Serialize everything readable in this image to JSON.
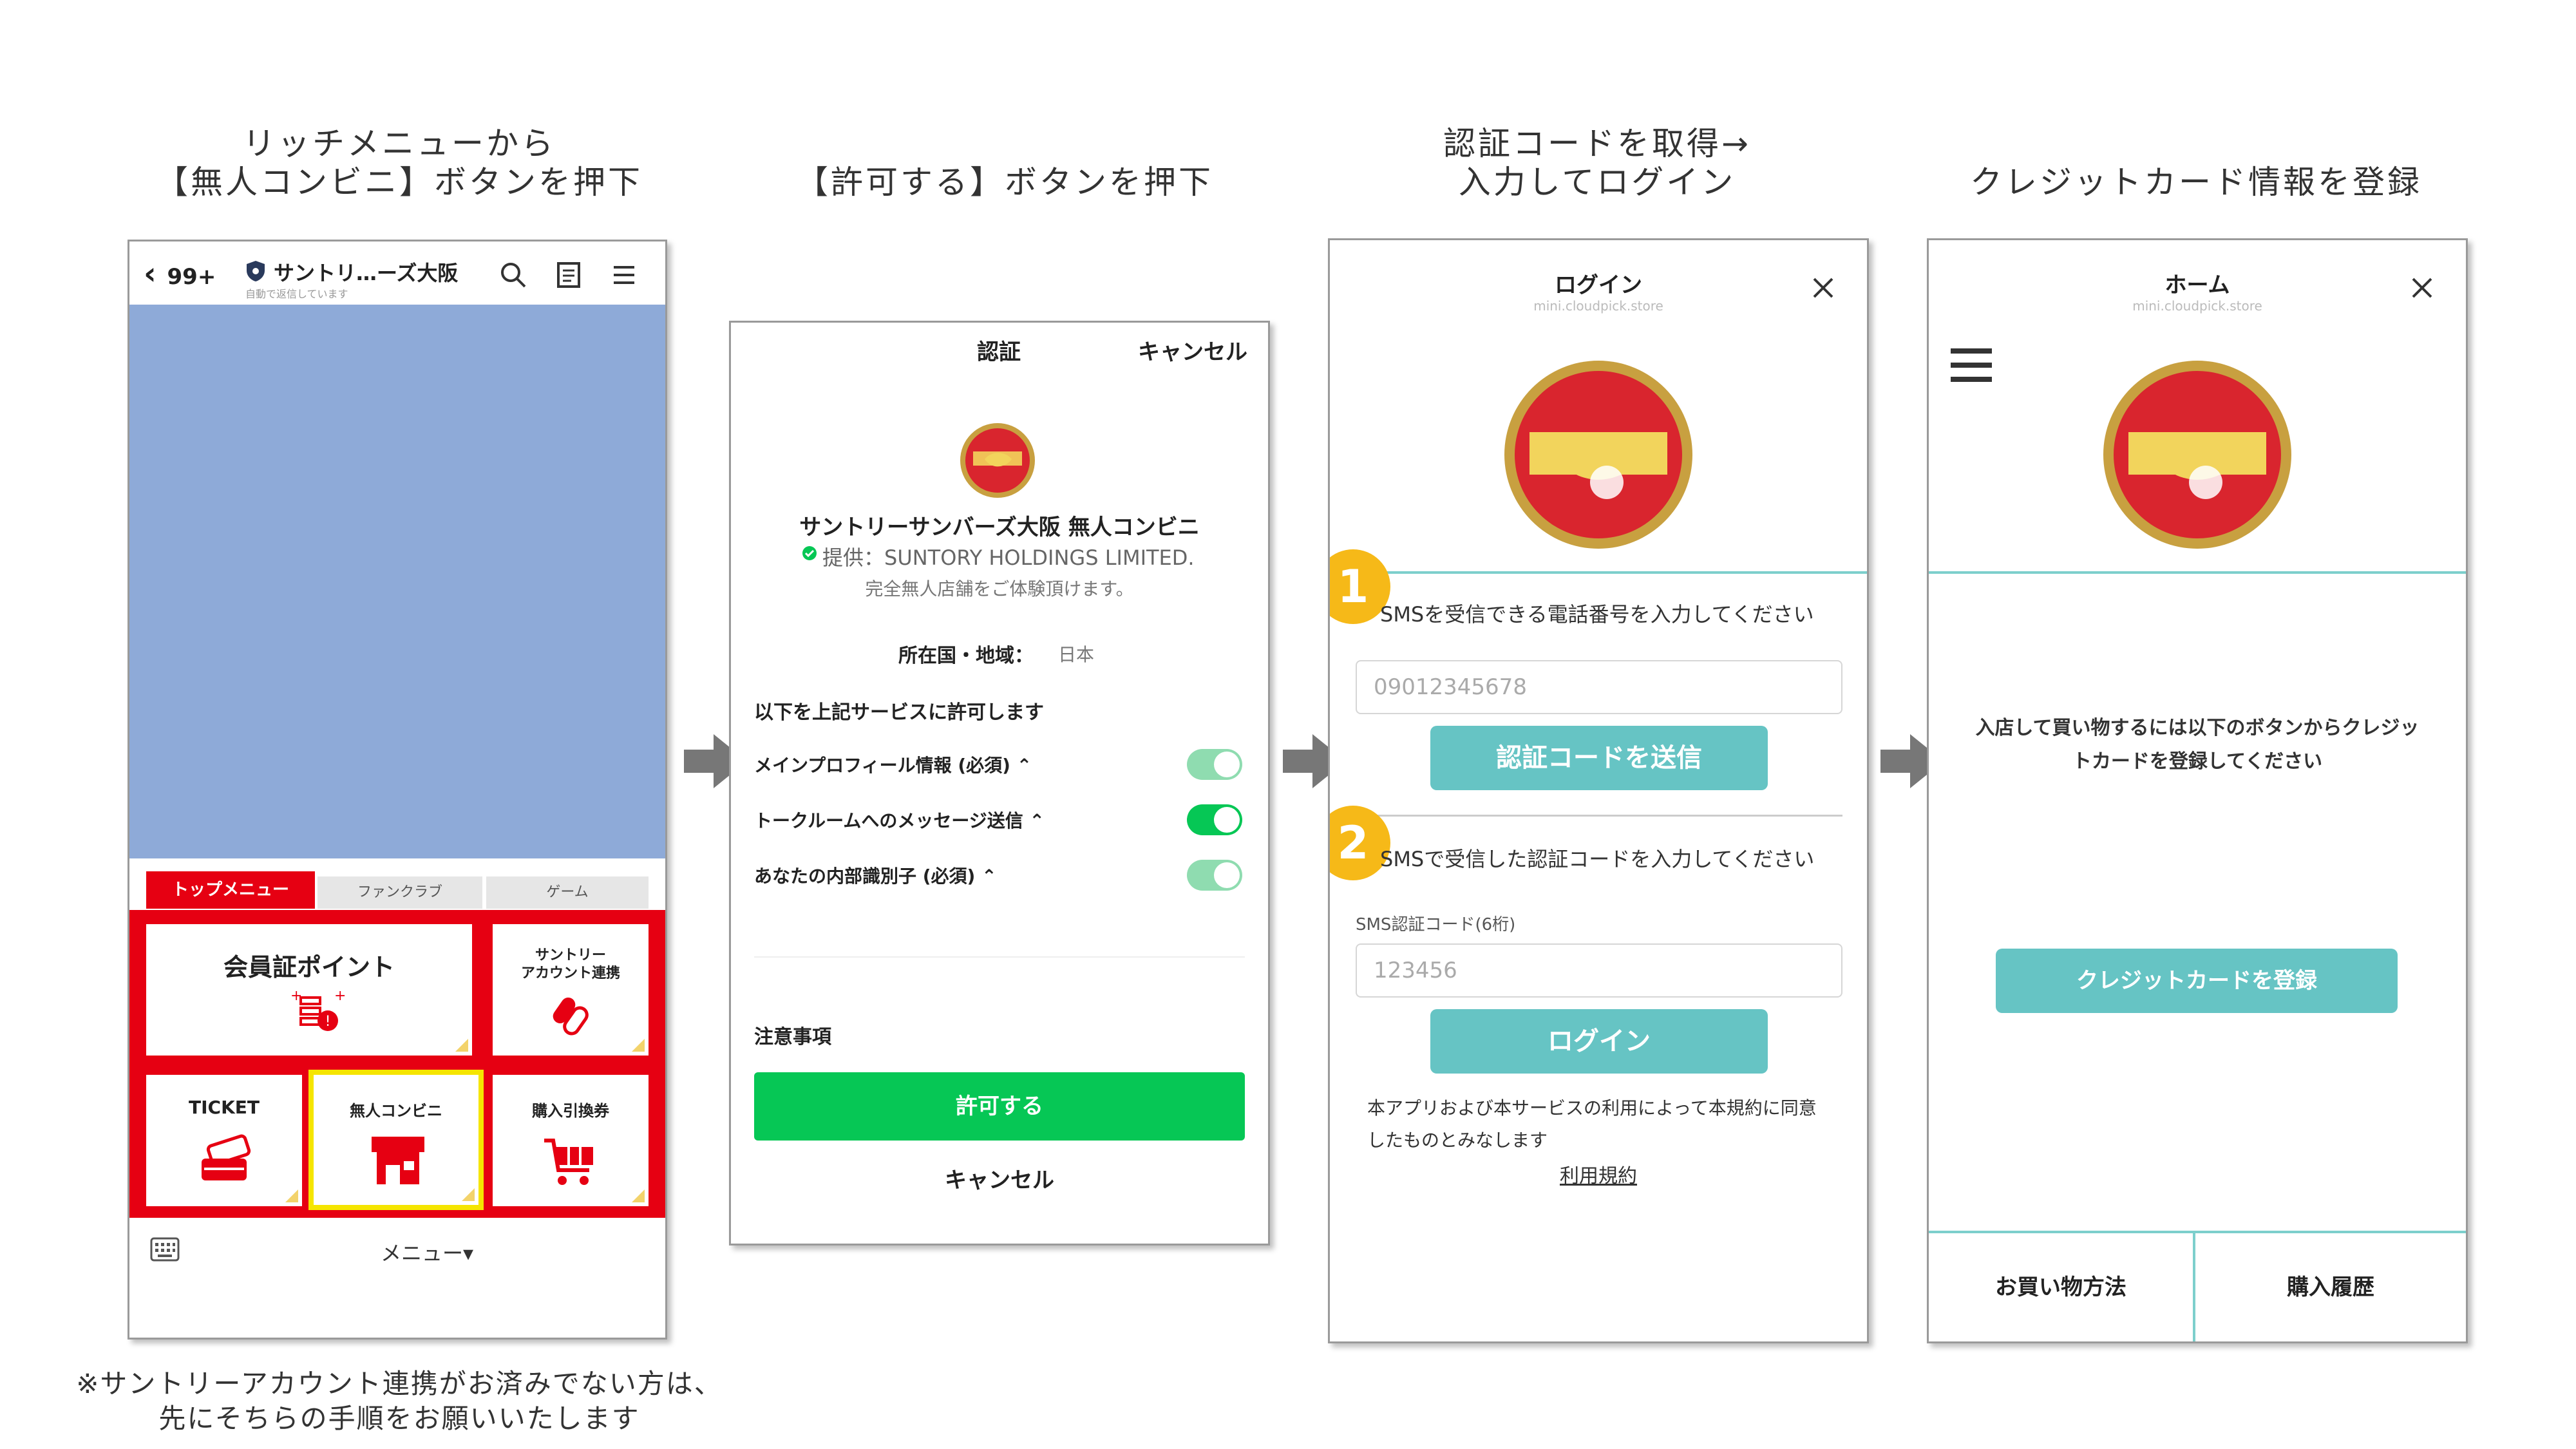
{
  "captions": {
    "step1_line1": "リッチメニューから",
    "step1_line2": "【無人コンビニ】ボタンを押下",
    "step2": "【許可する】ボタンを押下",
    "step3_line1": "認証コードを取得→",
    "step3_line2": "入力してログイン",
    "step4": "クレジットカード情報を登録",
    "footnote_line1": "※サントリーアカウント連携がお済みでない方は、",
    "footnote_line2": "先にそちらの手順をお願いいたします"
  },
  "phone1": {
    "back_count": "99+",
    "chat_title": "サントリ…ーズ大阪",
    "chat_subtitle": "自動で返信しています",
    "tabs": [
      "トップメニュー",
      "ファンクラブ",
      "ゲーム"
    ],
    "menu_points": "会員証ポイント",
    "menu_account_line1": "サントリー",
    "menu_account_line2": "アカウント連携",
    "menu_ticket": "TICKET",
    "menu_konbini": "無人コンビニ",
    "menu_voucher": "購入引換券",
    "bottom_menu": "メニュー▾"
  },
  "phone2": {
    "header_title": "認証",
    "header_cancel": "キャンセル",
    "service_name": "サントリーサンバーズ大阪 無人コンビニ",
    "provider": "提供：SUNTORY HOLDINGS LIMITED.",
    "description": "完全無人店舗をご体験頂けます。",
    "country_label": "所在国・地域：",
    "country_value": "日本",
    "permission_heading": "以下を上記サービスに許可します",
    "permissions": [
      {
        "label": "メインプロフィール情報 (必須) ⌃"
      },
      {
        "label": "トークルームへのメッセージ送信 ⌃"
      },
      {
        "label": "あなたの内部識別子 (必須) ⌃"
      }
    ],
    "notes": "注意事項",
    "allow_button": "許可する",
    "cancel_button": "キャンセル"
  },
  "phone3": {
    "title": "ログイン",
    "domain": "mini.cloudpick.store",
    "step1_badge": "1",
    "step1_text": "SMSを受信できる電話番号を入力してください",
    "phone_placeholder": "09012345678",
    "send_code_button": "認証コードを送信",
    "step2_badge": "2",
    "step2_text": "SMSで受信した認証コードを入力してください",
    "code_label": "SMS認証コード(6桁)",
    "code_placeholder": "123456",
    "login_button": "ログイン",
    "terms_line1": "本アプリおよび本サービスの利用によって本規約に同意",
    "terms_line2": "したものとみなします",
    "terms_link": "利用規約"
  },
  "phone4": {
    "title": "ホーム",
    "domain": "mini.cloudpick.store",
    "message_line1": "入店して買い物するには以下のボタンからクレジッ",
    "message_line2": "トカードを登録してください",
    "register_button": "クレジットカードを登録",
    "nav_howto": "お買い物方法",
    "nav_history": "購入履歴"
  },
  "colors": {
    "line_red": "#e60012",
    "teal": "#66c4c4",
    "green": "#06c755",
    "badge_yellow": "#f6b918",
    "highlight_yellow": "#f5e500"
  }
}
